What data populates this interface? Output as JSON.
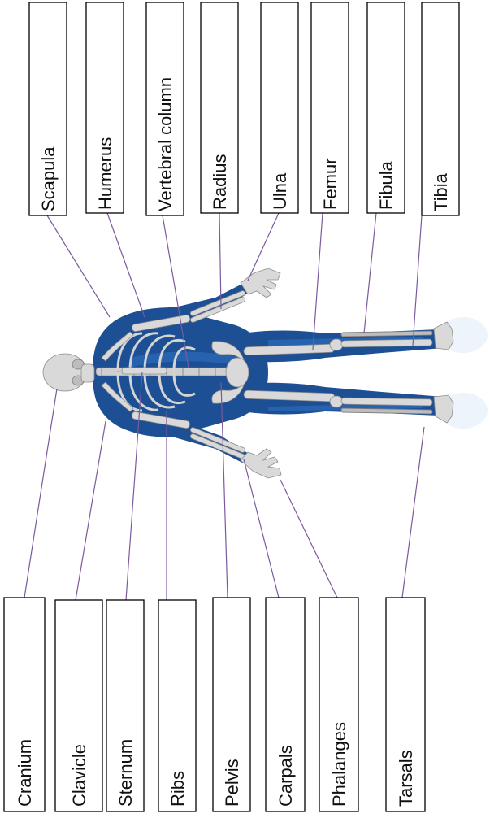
{
  "labels_top": [
    "Scapula",
    "Humerus",
    "Vertebral column",
    "Radius",
    "Ulna",
    "Femur",
    "Fibula",
    "Tibia"
  ],
  "labels_bottom": [
    "Cranium",
    "Clavicle",
    "Sternum",
    "Ribs",
    "Pelvis",
    "Carpals",
    "Phalanges",
    "Tarsals"
  ],
  "colors": {
    "leader": "#7b5a9e",
    "suit": "#1c4f93",
    "bone": "#d9d9d9",
    "box_stroke": "#000000"
  }
}
